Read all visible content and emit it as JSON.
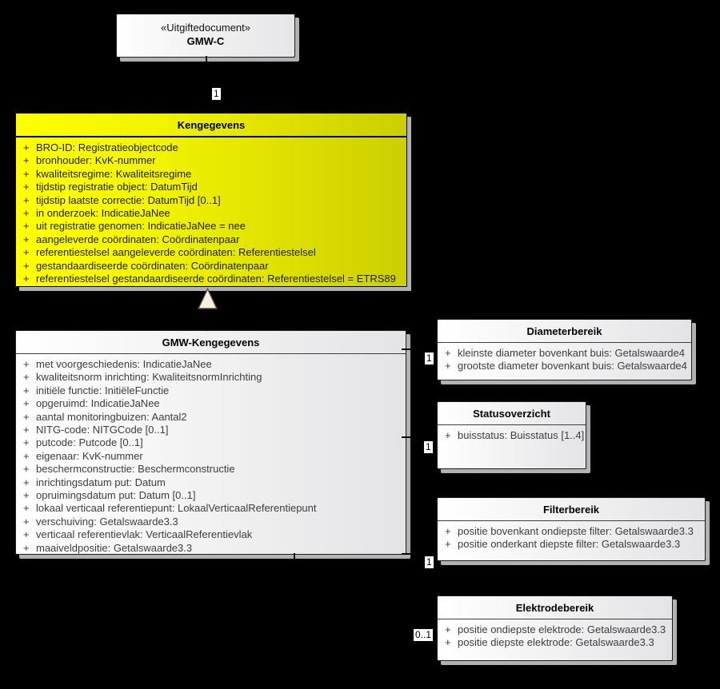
{
  "colors": {
    "background": "#000000",
    "highlight_fill_left": "#ffff00",
    "highlight_fill_right": "#cbcf00",
    "class_fill_left": "#ffffff",
    "class_fill_right": "#e4e4e6",
    "shadow": "#b2b2b2",
    "line": "#000000",
    "multiplicity_bg": "#ffffff"
  },
  "stereotype_box": {
    "stereotype": "«Uitgiftedocument»",
    "name": "GMW-C"
  },
  "classes": {
    "kengegevens": {
      "title": "Kengegevens",
      "attributes": [
        {
          "vis": "+",
          "text": "BRO-ID: Registratieobjectcode"
        },
        {
          "vis": "+",
          "text": "bronhouder: KvK-nummer"
        },
        {
          "vis": "+",
          "text": "kwaliteitsregime: Kwaliteitsregime"
        },
        {
          "vis": "+",
          "text": "tijdstip registratie object: DatumTijd"
        },
        {
          "vis": "+",
          "text": "tijdstip laatste correctie: DatumTijd [0..1]"
        },
        {
          "vis": "+",
          "text": "in onderzoek: IndicatieJaNee"
        },
        {
          "vis": "+",
          "text": "uit registratie genomen: IndicatieJaNee = nee"
        },
        {
          "vis": "+",
          "text": "aangeleverde coördinaten: Coördinatenpaar"
        },
        {
          "vis": "+",
          "text": "referentiestelsel aangeleverde coördinaten: Referentiestelsel"
        },
        {
          "vis": "+",
          "text": "gestandaardiseerde coördinaten: Coördinatenpaar"
        },
        {
          "vis": "+",
          "text": "referentiestelsel gestandaardiseerde coördinaten: Referentiestelsel = ETRS89"
        }
      ]
    },
    "gmw_kengegevens": {
      "title": "GMW-Kengegevens",
      "attributes": [
        {
          "vis": "+",
          "text": "met voorgeschiedenis: IndicatieJaNee"
        },
        {
          "vis": "+",
          "text": "kwaliteitsnorm inrichting: KwaliteitsnormInrichting"
        },
        {
          "vis": "+",
          "text": "initiële functie: InitiëleFunctie"
        },
        {
          "vis": "+",
          "text": "opgeruimd: IndicatieJaNee"
        },
        {
          "vis": "+",
          "text": "aantal monitoringbuizen: Aantal2"
        },
        {
          "vis": "+",
          "text": "NITG-code: NITGCode [0..1]"
        },
        {
          "vis": "+",
          "text": "putcode: Putcode [0..1]"
        },
        {
          "vis": "+",
          "text": "eigenaar: KvK-nummer"
        },
        {
          "vis": "+",
          "text": "beschermconstructie: Beschermconstructie"
        },
        {
          "vis": "+",
          "text": "inrichtingsdatum put: Datum"
        },
        {
          "vis": "+",
          "text": "opruimingsdatum put: Datum [0..1]"
        },
        {
          "vis": "+",
          "text": "lokaal verticaal referentiepunt: LokaalVerticaalReferentiepunt"
        },
        {
          "vis": "+",
          "text": "verschuiving: Getalswaarde3.3"
        },
        {
          "vis": "+",
          "text": "verticaal referentievlak: VerticaalReferentievlak"
        },
        {
          "vis": "+",
          "text": "maaiveldpositie: Getalswaarde3.3"
        }
      ]
    },
    "diameterbereik": {
      "title": "Diameterbereik",
      "attributes": [
        {
          "vis": "+",
          "text": "kleinste diameter bovenkant buis: Getalswaarde4"
        },
        {
          "vis": "+",
          "text": "grootste diameter bovenkant buis: Getalswaarde4"
        }
      ]
    },
    "statusoverzicht": {
      "title": "Statusoverzicht",
      "attributes": [
        {
          "vis": "+",
          "text": "buisstatus: Buisstatus [1..4]"
        }
      ]
    },
    "filterbereik": {
      "title": "Filterbereik",
      "attributes": [
        {
          "vis": "+",
          "text": "positie bovenkant ondiepste filter: Getalswaarde3.3"
        },
        {
          "vis": "+",
          "text": "positie onderkant diepste filter: Getalswaarde3.3"
        }
      ]
    },
    "elektrodebereik": {
      "title": "Elektrodebereik",
      "attributes": [
        {
          "vis": "+",
          "text": "positie ondiepste elektrode: Getalswaarde3.3"
        },
        {
          "vis": "+",
          "text": "positie diepste elektrode: Getalswaarde3.3"
        }
      ]
    }
  },
  "relations": {
    "gmwc_to_kengegevens": {
      "multiplicity": "1"
    },
    "gmwk_to_diameterbereik": {
      "multiplicity": "1"
    },
    "gmwk_to_statusoverzicht": {
      "multiplicity": "1"
    },
    "gmwk_to_filterbereik": {
      "multiplicity": "1"
    },
    "gmwk_to_elektrodebereik": {
      "multiplicity": "0..1"
    }
  }
}
